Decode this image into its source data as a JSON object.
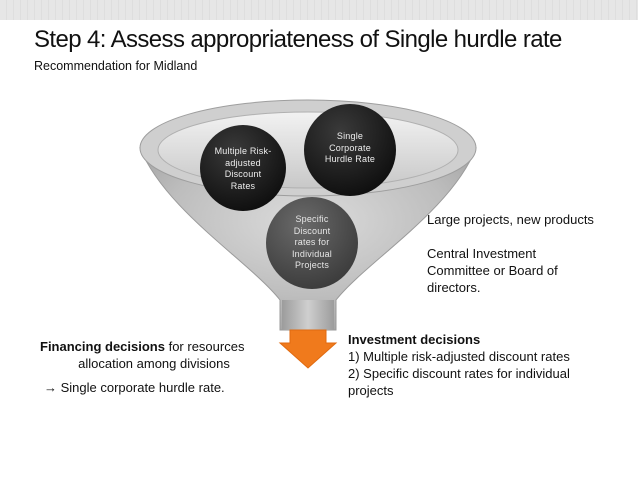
{
  "slide": {
    "title": "Step 4: Assess appropriateness of Single hurdle rate",
    "subtitle": "Recommendation for Midland"
  },
  "funnel": {
    "balls": [
      {
        "lines": [
          "Multiple Risk-",
          "adjusted",
          "Discount",
          "Rates"
        ]
      },
      {
        "lines": [
          "Single",
          "Corporate",
          "Hurdle Rate"
        ]
      },
      {
        "lines": [
          "Specific",
          "Discount",
          "rates for",
          "Individual",
          "Projects"
        ]
      }
    ]
  },
  "right_panel": {
    "line1": "Large projects, new products",
    "line2": "Central Investment",
    "line3": "Committee or Board of",
    "line4": "directors."
  },
  "financing": {
    "bold": "Financing decisions",
    "rest": " for resources",
    "line2": "allocation among divisions",
    "arrow": "→",
    "line3": " Single corporate hurdle rate."
  },
  "investment": {
    "heading": "Investment decisions",
    "item1": "1) Multiple risk-adjusted discount rates",
    "item2a": "2) Specific discount rates for individual",
    "item2b": "projects"
  },
  "colors": {
    "funnel_outer": "#a8a8a8",
    "funnel_rim": "#d4d4d4",
    "ball_dark": "#1a1a1a",
    "ball_gray": "#4a4a4a",
    "arrow_orange": "#f07a1c"
  }
}
